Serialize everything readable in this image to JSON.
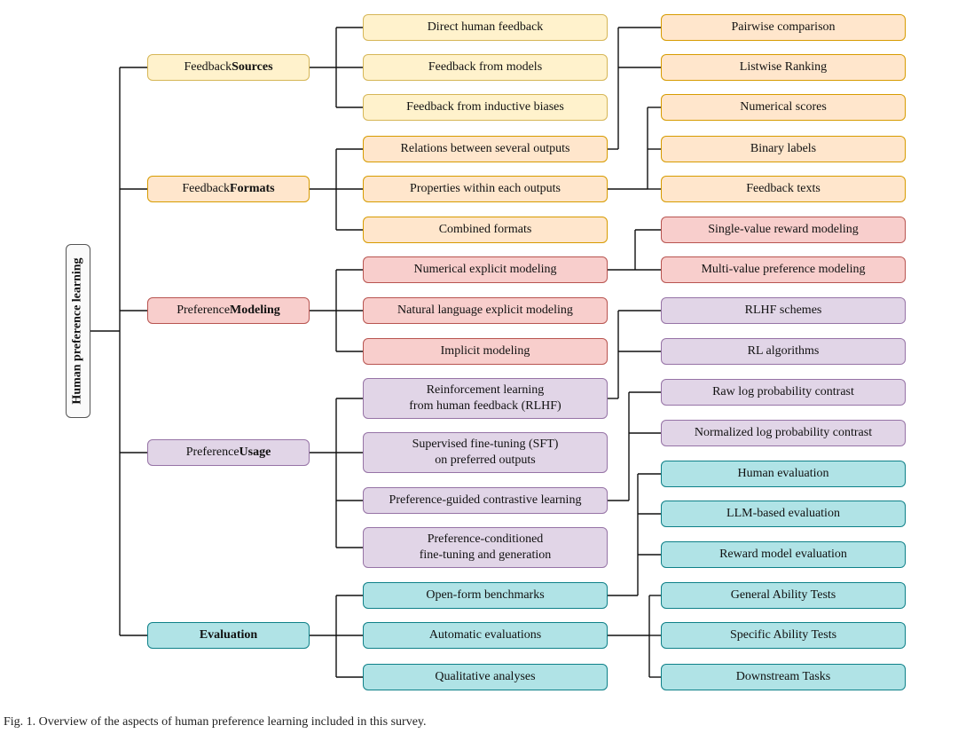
{
  "root": "Human preference learning",
  "palette": {
    "sources": {
      "fill": "#fff2cc",
      "border": "#d6b656"
    },
    "formats": {
      "fill": "#ffe6cc",
      "border": "#d79b00"
    },
    "modeling": {
      "fill": "#f8cecc",
      "border": "#b85450"
    },
    "usage": {
      "fill": "#e1d5e7",
      "border": "#9673a6"
    },
    "evaluation": {
      "fill": "#b0e3e6",
      "border": "#0e8088"
    }
  },
  "categories": [
    {
      "prefix": "Feedback ",
      "bold": "Sources",
      "color": "sources",
      "children": [
        {
          "label": "Direct human feedback"
        },
        {
          "label": "Feedback from models"
        },
        {
          "label": "Feedback from inductive biases"
        }
      ]
    },
    {
      "prefix": "Feedback ",
      "bold": "Formats",
      "color": "formats",
      "children": [
        {
          "label": "Relations between several outputs",
          "leaves": [
            "Pairwise comparison",
            "Listwise Ranking"
          ]
        },
        {
          "label": "Properties within each outputs",
          "leaves": [
            "Numerical scores",
            "Binary labels",
            "Feedback texts"
          ]
        },
        {
          "label": "Combined formats"
        }
      ]
    },
    {
      "prefix": "Preference ",
      "bold": "Modeling",
      "color": "modeling",
      "children": [
        {
          "label": "Numerical explicit modeling",
          "leaves": [
            "Single-value reward modeling",
            "Multi-value preference modeling"
          ]
        },
        {
          "label": "Natural language explicit modeling"
        },
        {
          "label": "Implicit modeling"
        }
      ]
    },
    {
      "prefix": "Preference ",
      "bold": "Usage",
      "color": "usage",
      "children": [
        {
          "label": "Reinforcement learning\nfrom human feedback (RLHF)",
          "leaves": [
            "RLHF schemes",
            "RL algorithms"
          ]
        },
        {
          "label": "Supervised fine-tuning (SFT)\non preferred outputs"
        },
        {
          "label": "Preference-guided contrastive learning",
          "leaves": [
            "Raw log probability contrast",
            "Normalized log probability contrast"
          ]
        },
        {
          "label": "Preference-conditioned\nfine-tuning and generation"
        }
      ]
    },
    {
      "prefix": "",
      "bold": "Evaluation",
      "color": "evaluation",
      "children": [
        {
          "label": "Open-form benchmarks",
          "leaves": [
            "Human evaluation",
            "LLM-based evaluation",
            "Reward model evaluation"
          ]
        },
        {
          "label": "Automatic evaluations",
          "leaves": [
            "General Ability Tests",
            "Specific Ability Tests",
            "Downstream Tasks"
          ]
        },
        {
          "label": "Qualitative analyses"
        }
      ]
    }
  ],
  "caption": "Fig. 1.  Overview of the aspects of human preference learning included in this survey."
}
